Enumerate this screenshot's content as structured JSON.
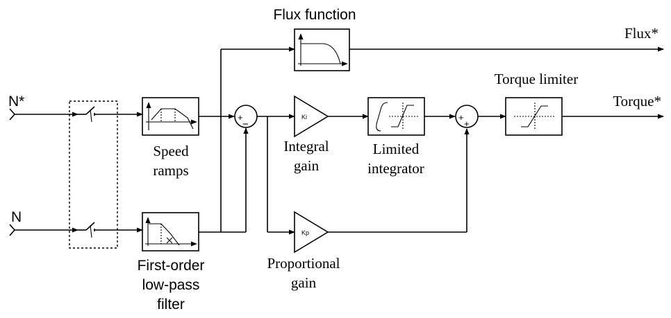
{
  "labels": {
    "n_star": "N*",
    "n": "N",
    "flux_function": "Flux function",
    "flux_out": "Flux*",
    "torque_out": "Torque*",
    "torque_limiter": "Torque limiter",
    "speed_ramps_1": "Speed",
    "speed_ramps_2": "ramps",
    "filter_1": "First-order",
    "filter_2": "low-pass",
    "filter_3": "filter",
    "integral_gain_1": "Integral",
    "integral_gain_2": "gain",
    "limited_integrator_1": "Limited",
    "limited_integrator_2": "integrator",
    "proportional_gain_1": "Proportional",
    "proportional_gain_2": "gain",
    "ki": "Ki",
    "kp": "Kp",
    "sum1_plus": "+",
    "sum1_minus": "−",
    "sum2_plus_left": "+",
    "sum2_plus_bottom": "+"
  }
}
